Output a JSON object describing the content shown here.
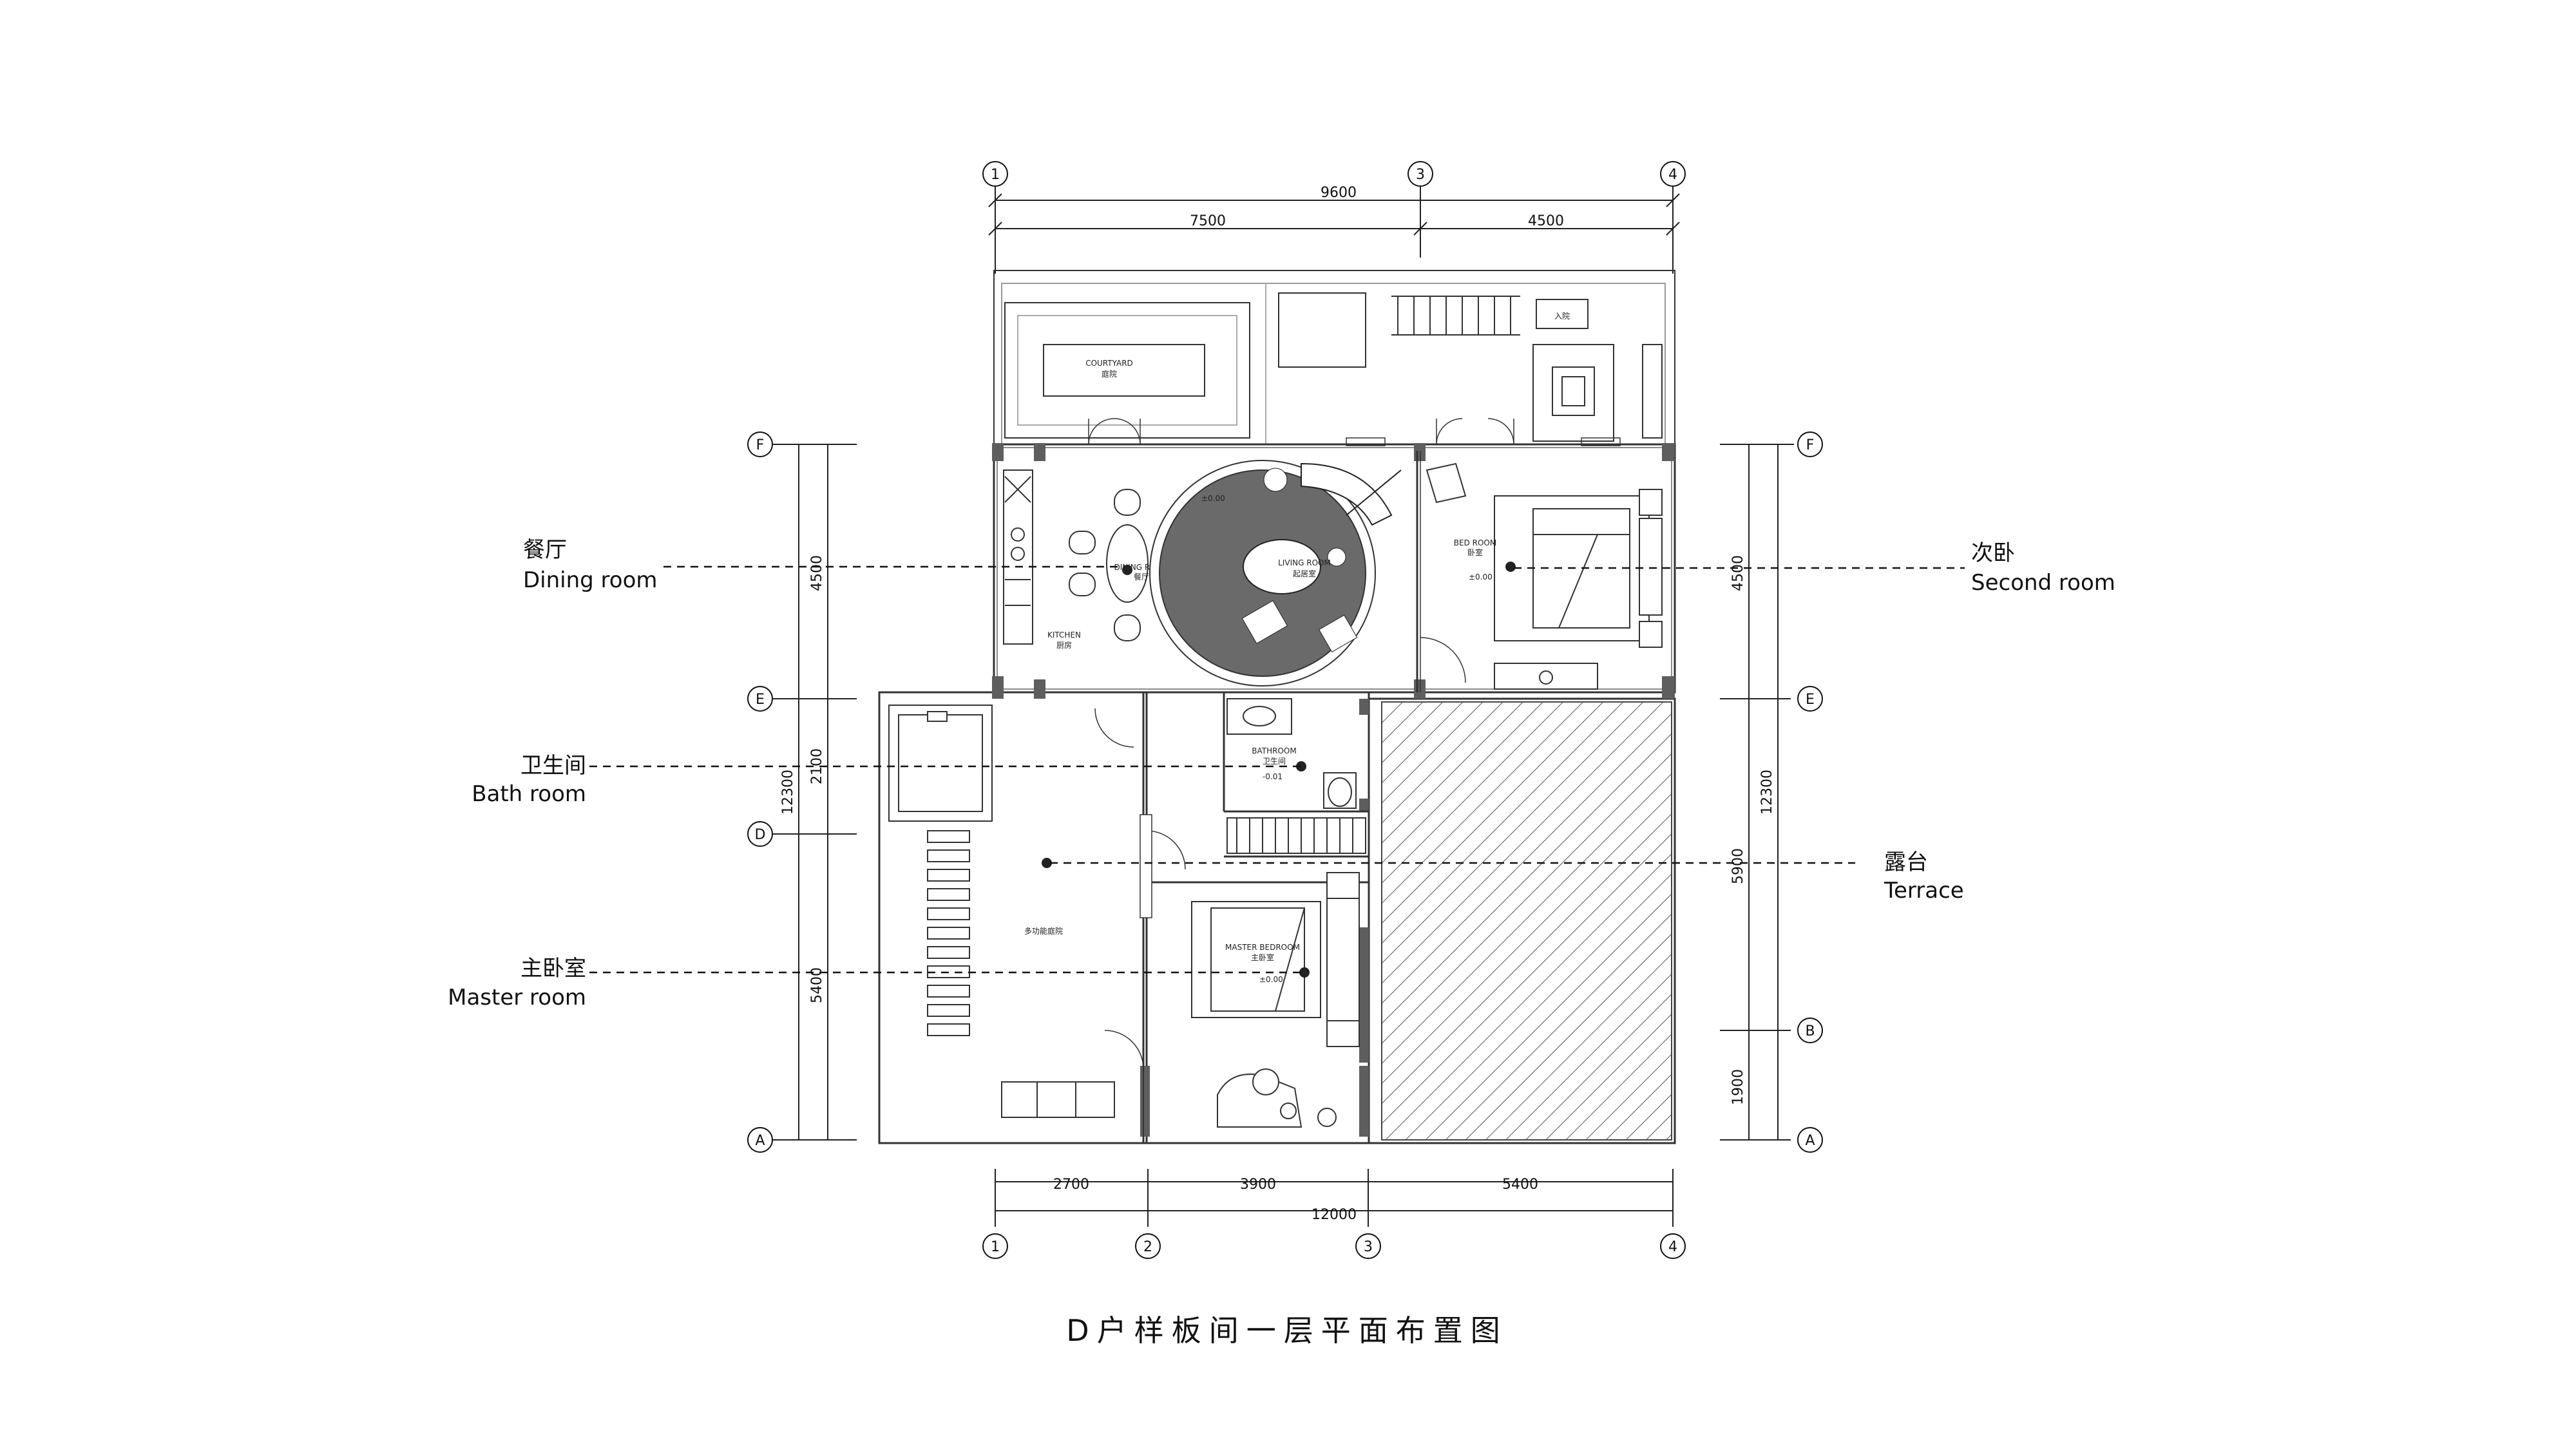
{
  "title": "D户样板间一层平面布置图",
  "labels": {
    "dining": {
      "zh": "餐厅",
      "en": "Dining  room"
    },
    "second": {
      "zh": "次卧",
      "en": "Second  room"
    },
    "bath": {
      "zh": "卫生间",
      "en": "Bath room"
    },
    "terrace": {
      "zh": "露台",
      "en": "Terrace"
    },
    "master": {
      "zh": "主卧室",
      "en": "Master room"
    }
  },
  "dims": {
    "top_total": "9600",
    "top_a": "7500",
    "top_b": "4500",
    "bottom_total": "12000",
    "bottom_a": "2700",
    "bottom_b": "3900",
    "bottom_c": "5400",
    "left_total": "12300",
    "left_a": "4500",
    "left_b": "2100",
    "left_c": "5400",
    "right_total": "12300",
    "right_a": "4500",
    "right_b": "5900",
    "right_c": "1900"
  },
  "axes": {
    "top": [
      "1",
      "3",
      "4"
    ],
    "bottom": [
      "1",
      "2",
      "3",
      "4"
    ],
    "left": [
      "F",
      "E",
      "D",
      "A"
    ],
    "right": [
      "F",
      "E",
      "B",
      "A"
    ]
  },
  "rooms": {
    "courtyard": {
      "en": "COURTYARD",
      "zh": "庭院"
    },
    "entry": {
      "zh": "入院"
    },
    "dining": {
      "en": "DINING ROOM",
      "zh": "餐厅"
    },
    "living": {
      "en": "LIVING ROOM",
      "zh": "起居室"
    },
    "kitchen": {
      "en": "KITCHEN",
      "zh": "厨房"
    },
    "bedroom": {
      "en": "BED ROOM",
      "zh": "卧室"
    },
    "bathroom": {
      "en": "BATHROOM",
      "zh": "卫生间"
    },
    "master": {
      "en": "MASTER BEDROOM",
      "zh": "主卧室"
    },
    "multi": {
      "zh": "多功能庭院"
    }
  },
  "levels": {
    "living": "±0.00",
    "bedroom": "±0.00",
    "bath": "-0.01",
    "master": "±0.00"
  },
  "colors": {
    "wall": "#5e5e5e",
    "ink": "#1a1a1a",
    "rug": "#6a6a6a"
  }
}
